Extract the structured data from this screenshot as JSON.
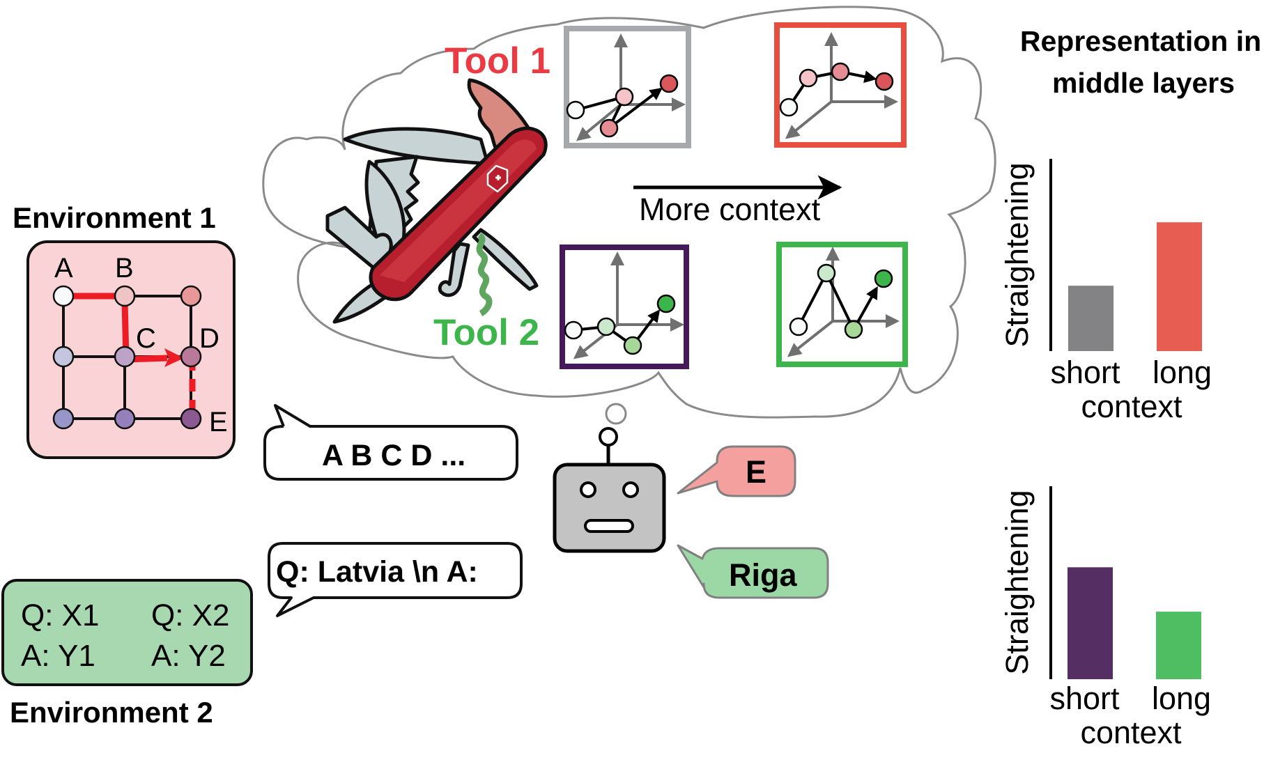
{
  "environment_1": {
    "title": "Environment 1",
    "node_labels": [
      "A",
      "B",
      "C",
      "D",
      "E"
    ],
    "node_colors": [
      [
        "#f7f9fb",
        "#efc4c4",
        "#e89898"
      ],
      [
        "#c4c6e0",
        "#bea3c8",
        "#b87a98"
      ],
      [
        "#9896c8",
        "#9680bc",
        "#8c5a92"
      ]
    ],
    "path_color": "#ed1c24",
    "background": "#f9d3d5"
  },
  "environment_2": {
    "title": "Environment 2",
    "entries": [
      {
        "q": "Q: X1",
        "a": "A: Y1"
      },
      {
        "q": "Q: X2",
        "a": "A: Y2"
      }
    ],
    "background": "#a8d8b0"
  },
  "prompts": {
    "sequence_prompt": "A B C D ...",
    "qa_prompt": "Q: Latvia \\n A:"
  },
  "responses": {
    "response_1": {
      "text": "E",
      "color": "#f4a09f"
    },
    "response_2": {
      "text": "Riga",
      "color": "#9cd8a6"
    }
  },
  "thought_cloud": {
    "tool_1_label": "Tool 1",
    "tool_2_label": "Tool 2",
    "tool_1_color": "#ea3b44",
    "tool_2_color": "#3cb54a",
    "more_context_label": "More context",
    "panels": [
      {
        "id": "tool1-short",
        "frame_color": "#a7a8ab"
      },
      {
        "id": "tool1-long",
        "frame_color": "#e84e40"
      },
      {
        "id": "tool2-short",
        "frame_color": "#46195a"
      },
      {
        "id": "tool2-long",
        "frame_color": "#3cb54a"
      }
    ]
  },
  "right_panel": {
    "title_line_1": "Representation in",
    "title_line_2": "middle layers"
  },
  "chart_data": [
    {
      "type": "bar",
      "title": "",
      "ylabel": "Straightening",
      "xlabel": "context",
      "categories": [
        "short",
        "long"
      ],
      "values": [
        0.34,
        0.67
      ],
      "colors": [
        "#838385",
        "#e85d52"
      ],
      "ylim": [
        0,
        1
      ],
      "grid": false
    },
    {
      "type": "bar",
      "title": "",
      "ylabel": "Straightening",
      "xlabel": "context",
      "categories": [
        "short",
        "long"
      ],
      "values": [
        0.58,
        0.35
      ],
      "colors": [
        "#552f63",
        "#4fbd62"
      ],
      "ylim": [
        0,
        1
      ],
      "grid": false
    }
  ]
}
